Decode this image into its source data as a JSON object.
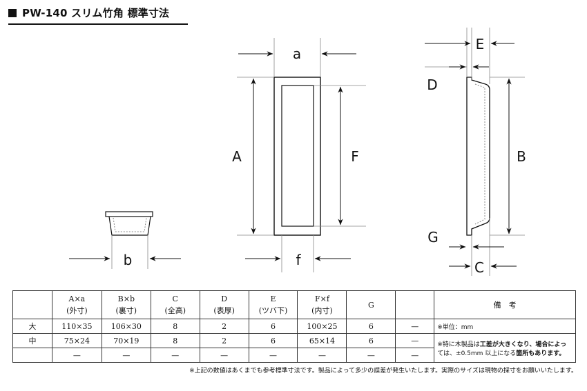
{
  "title": "PW-140 スリム竹角 標準寸法",
  "labels": {
    "a": "a",
    "A": "A",
    "F": "F",
    "f": "f",
    "b": "b",
    "E": "E",
    "D": "D",
    "B": "B",
    "G": "G",
    "C": "C"
  },
  "table": {
    "headers": [
      {
        "main": "",
        "sub": ""
      },
      {
        "main": "A×a",
        "sub": "(外寸)"
      },
      {
        "main": "B×b",
        "sub": "(裏寸)"
      },
      {
        "main": "C",
        "sub": "(全高)"
      },
      {
        "main": "D",
        "sub": "(表厚)"
      },
      {
        "main": "E",
        "sub": "(ツバ下)"
      },
      {
        "main": "F×f",
        "sub": "(内寸)"
      },
      {
        "main": "G",
        "sub": ""
      },
      {
        "main": "",
        "sub": ""
      },
      {
        "main": "備　考",
        "sub": ""
      }
    ],
    "rows": [
      [
        "大",
        "110×35",
        "106×30",
        "8",
        "2",
        "6",
        "100×25",
        "6",
        "—"
      ],
      [
        "中",
        "75×24",
        "70×19",
        "8",
        "2",
        "6",
        "65×14",
        "6",
        "—"
      ],
      [
        "",
        "—",
        "—",
        "—",
        "—",
        "—",
        "—",
        "—",
        "—"
      ]
    ],
    "notes": {
      "unit": "※単位：mm",
      "line1_pre": "※特に木製品は",
      "line1_bold": "工差が大きくなり、場合によっ",
      "line2_pre": "ては、±0.5mm 以上になる",
      "line2_bold": "箇所もあります。"
    }
  },
  "footnote": "※上記の数値はあくまでも参考標準寸法です。製品によって多少の誤差が発生いたします。実際のサイズは現物の採寸をお願いいたします。"
}
